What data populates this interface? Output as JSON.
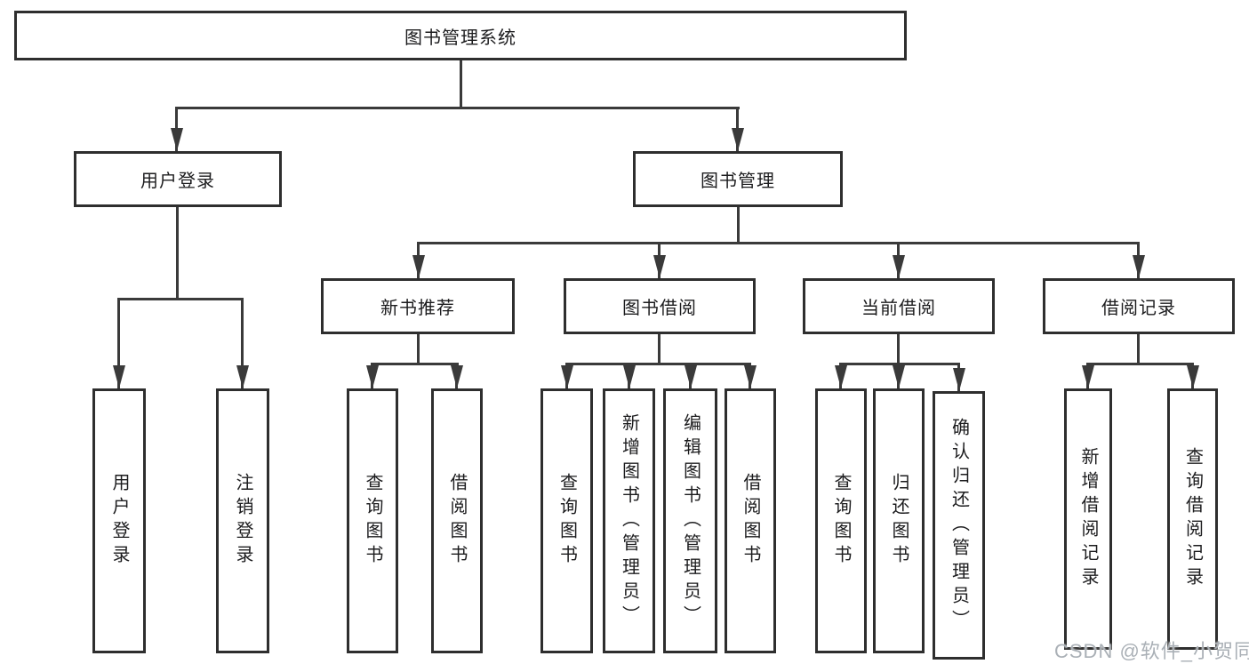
{
  "diagram": {
    "type": "hierarchy-tree",
    "tree": {
      "root": {
        "label": "图书管理系统",
        "children": [
          {
            "label": "用户登录",
            "children": [
              {
                "label": "用户登录"
              },
              {
                "label": "注销登录"
              }
            ]
          },
          {
            "label": "图书管理",
            "children": [
              {
                "label": "新书推荐",
                "children": [
                  {
                    "label": "查询图书"
                  },
                  {
                    "label": "借阅图书"
                  }
                ]
              },
              {
                "label": "图书借阅",
                "children": [
                  {
                    "label": "查询图书"
                  },
                  {
                    "label": "新增图书（管理员）"
                  },
                  {
                    "label": "编辑图书（管理员）"
                  },
                  {
                    "label": "借阅图书"
                  }
                ]
              },
              {
                "label": "当前借阅",
                "children": [
                  {
                    "label": "查询图书"
                  },
                  {
                    "label": "归还图书"
                  },
                  {
                    "label": "确认归还（管理员）"
                  }
                ]
              },
              {
                "label": "借阅记录",
                "children": [
                  {
                    "label": "新增借阅记录"
                  },
                  {
                    "label": "查询借阅记录"
                  }
                ]
              }
            ]
          }
        ]
      }
    },
    "colors": {
      "line": "#3a3a3a",
      "box_border": "#2e2e2e",
      "box_fill": "#ffffff",
      "text": "#1c1c1e",
      "watermark": "#aab0b6",
      "background": "#ffffff"
    }
  },
  "watermark": "CSDN @软件_小贺同学"
}
